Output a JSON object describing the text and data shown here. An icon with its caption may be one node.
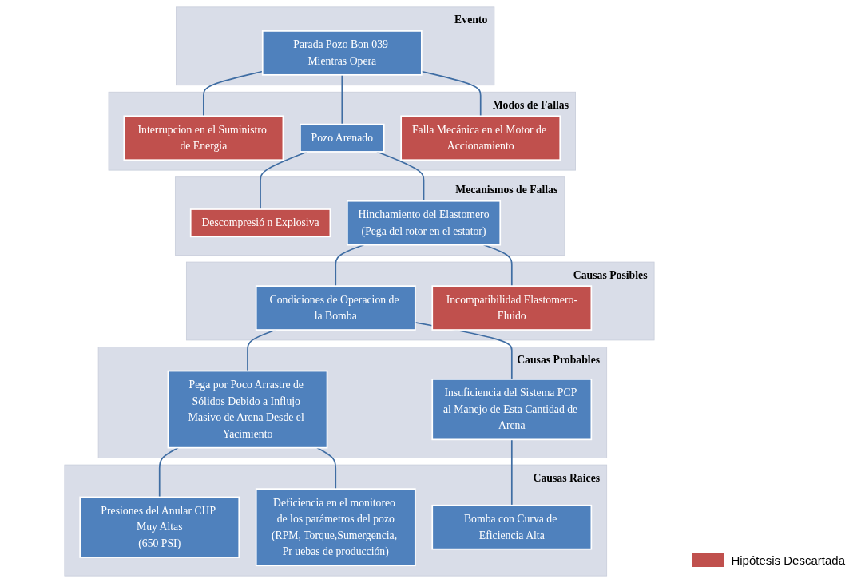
{
  "diagram": {
    "nodes": [
      {
        "text": [
          "Evento"
        ]
      },
      {
        "text": [
          "Parada Pozo Bon 039 Mientras Opera"
        ],
        "in": 0
      },
      {
        "text": [
          "Modos de Fallas"
        ]
      },
      {
        "text": [
          "Interrupcion en el Suministro de Energia"
        ],
        "in": 2
      },
      {
        "text": [
          "Pozo Arenado"
        ],
        "in": 2
      },
      {
        "text": [
          "Falla Mecánica en el Motor de Accionamiento"
        ],
        "in": 2
      },
      {
        "text": [
          "Mecanismos de Fallas"
        ]
      },
      {
        "text": [
          "Descompresió n Explosiva"
        ],
        "in": 6
      },
      {
        "text": [
          "Hinchamiento del Elastomero",
          "(Pega del rotor en el estator)"
        ],
        "in": 6
      },
      {
        "text": [
          "Causas Posibles"
        ]
      },
      {
        "text": [
          "Condiciones de Operacion de la Bomba"
        ],
        "in": 9
      },
      {
        "text": [
          "Incompatibilidad Elastomero-Fluido"
        ],
        "in": 9
      },
      {
        "text": [
          "Causas Probables"
        ]
      },
      {
        "text": [
          "Pega por Poco Arrastre de Sólidos Debido a Influjo Masivo de Arena Desde el Yacimiento"
        ],
        "in": 12
      },
      {
        "text": [
          "Insuficiencia del Sistema PCP al Manejo de Esta Cantidad de Arena"
        ],
        "in": 12
      },
      {
        "text": [
          "Causas Raices"
        ]
      },
      {
        "text": [
          "Presiones del Anular CHP Muy Altas",
          "(650 PSI)"
        ],
        "in": 15
      },
      {
        "text": [
          "Deficiencia en el monitoreo de los parámetros del pozo",
          "(RPM, Torque,Sumergencia, Pr uebas de producción)"
        ],
        "in": 15
      },
      {
        "text": [
          "Bomba con Curva de Eficiencia Alta"
        ],
        "in": 15
      }
    ],
    "edges": [
      {
        "from": 1,
        "to": 3,
        "arrow": "none"
      },
      {
        "from": 1,
        "to": 4,
        "arrow": "none"
      },
      {
        "from": 1,
        "to": 5,
        "arrow": "none"
      },
      {
        "from": 4,
        "to": 7,
        "arrow": "none"
      },
      {
        "from": 4,
        "to": 8,
        "arrow": "none"
      },
      {
        "from": 8,
        "to": 10,
        "arrow": "none"
      },
      {
        "from": 8,
        "to": 11,
        "arrow": "none"
      },
      {
        "from": 10,
        "to": 13,
        "arrow": "none"
      },
      {
        "from": 10,
        "to": 14,
        "arrow": "none"
      },
      {
        "from": 13,
        "to": 16,
        "arrow": "none"
      },
      {
        "from": 13,
        "to": 17,
        "arrow": "none"
      },
      {
        "from": 14,
        "to": 18,
        "arrow": "none"
      }
    ],
    "legend": [
      {
        "text": "Hipótesis Descartada",
        "color": "#c0504d"
      }
    ]
  }
}
